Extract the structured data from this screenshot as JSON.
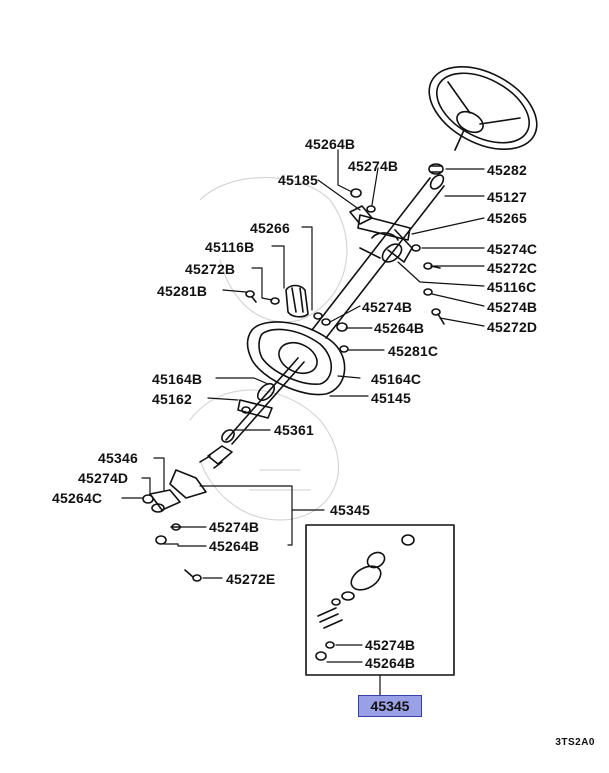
{
  "labels": {
    "l45264B_top": "45264B",
    "l45274B_top": "45274B",
    "l45282": "45282",
    "l45185": "45185",
    "l45127": "45127",
    "l45265": "45265",
    "l45266": "45266",
    "l45274C": "45274C",
    "l45116B": "45116B",
    "l45272C": "45272C",
    "l45272B": "45272B",
    "l45116C": "45116C",
    "l45281B": "45281B",
    "l45274B_r": "45274B",
    "l45274B_mid": "45274B",
    "l45272D": "45272D",
    "l45264B_mid": "45264B",
    "l45281C": "45281C",
    "l45164B": "45164B",
    "l45164C": "45164C",
    "l45162": "45162",
    "l45145": "45145",
    "l45361": "45361",
    "l45346": "45346",
    "l45274D": "45274D",
    "l45264C": "45264C",
    "l45345": "45345",
    "l45274B_lo": "45274B",
    "l45264B_lo": "45264B",
    "l45272E": "45272E",
    "l45274B_box": "45274B",
    "l45264B_box": "45264B"
  },
  "highlight": {
    "part_number": "45345",
    "fill": "#9aa0e6",
    "border": "#3b3fa8"
  },
  "diagram_code": "3TS2A0"
}
